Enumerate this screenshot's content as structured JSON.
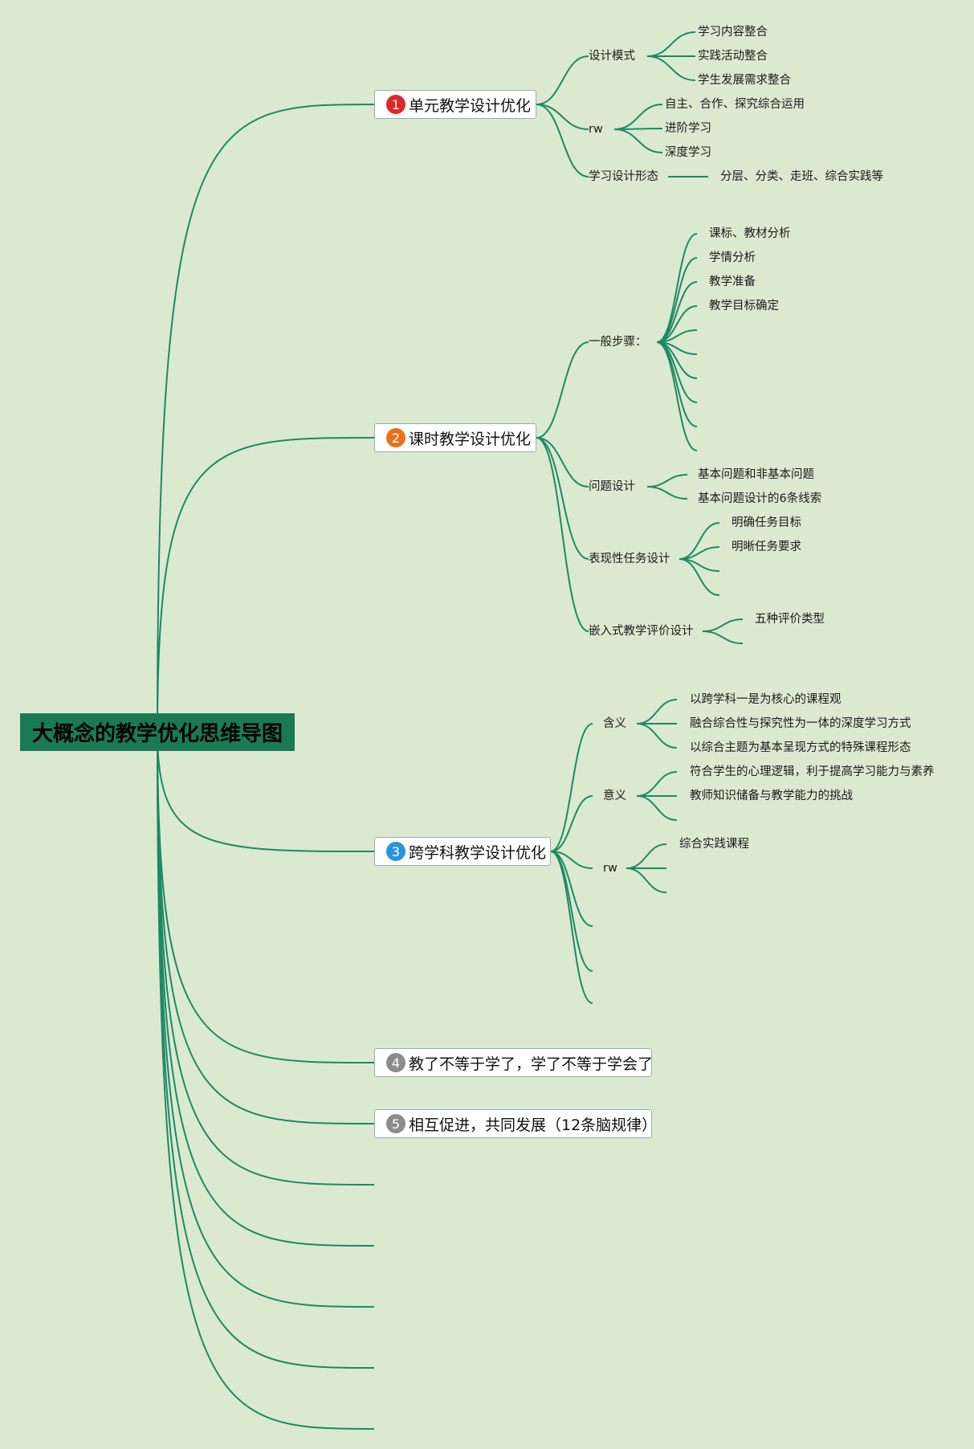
{
  "root": {
    "title": "大概念的教学优化思维导图"
  },
  "branches": [
    {
      "number": "1",
      "label": "单元教学设计优化",
      "badge_color": "#e02727"
    },
    {
      "number": "2",
      "label": "课时教学设计优化",
      "badge_color": "#e8711f"
    },
    {
      "number": "3",
      "label": "跨学科教学设计优化",
      "badge_color": "#2a95d9"
    },
    {
      "number": "4",
      "label": "教了不等于学了，学了不等于学会了",
      "badge_color": "#8c8c8c"
    },
    {
      "number": "5",
      "label": "相互促进，共同发展（12条脑规律）",
      "badge_color": "#8c8c8c"
    }
  ],
  "b1": {
    "design_mode": "设计模式",
    "design_mode_items": [
      "学习内容整合",
      "实践活动整合",
      "学生发展需求整合"
    ],
    "rw": "rw",
    "rw_items": [
      "自主、合作、探究综合运用",
      "进阶学习",
      "深度学习"
    ],
    "form": "学习设计形态",
    "form_item": "分层、分类、走班、综合实践等"
  },
  "b2": {
    "steps": "一般步骤：",
    "steps_items": [
      "课标、教材分析",
      "学情分析",
      "教学准备",
      "教学目标确定"
    ],
    "question": "问题设计",
    "question_items": [
      "基本问题和非基本问题",
      "基本问题设计的6条线索"
    ],
    "task": "表现性任务设计",
    "task_items": [
      "明确任务目标",
      "明晰任务要求"
    ],
    "eval": "嵌入式教学评价设计",
    "eval_items": [
      "五种评价类型"
    ]
  },
  "b3": {
    "meaning": "含义",
    "meaning_items": [
      "以跨学科一是为核心的课程观",
      "融合综合性与探究性为一体的深度学习方式",
      "以综合主题为基本呈现方式的特殊课程形态"
    ],
    "significance": "意义",
    "significance_items": [
      "符合学生的心理逻辑，利于提高学习能力与素养",
      "教师知识储备与教学能力的挑战"
    ],
    "rw": "rw",
    "rw_items": [
      "综合实践课程"
    ]
  },
  "colors": {
    "background": "#dbe9d1",
    "line": "#1d8a64",
    "root": "#1b7a56"
  }
}
